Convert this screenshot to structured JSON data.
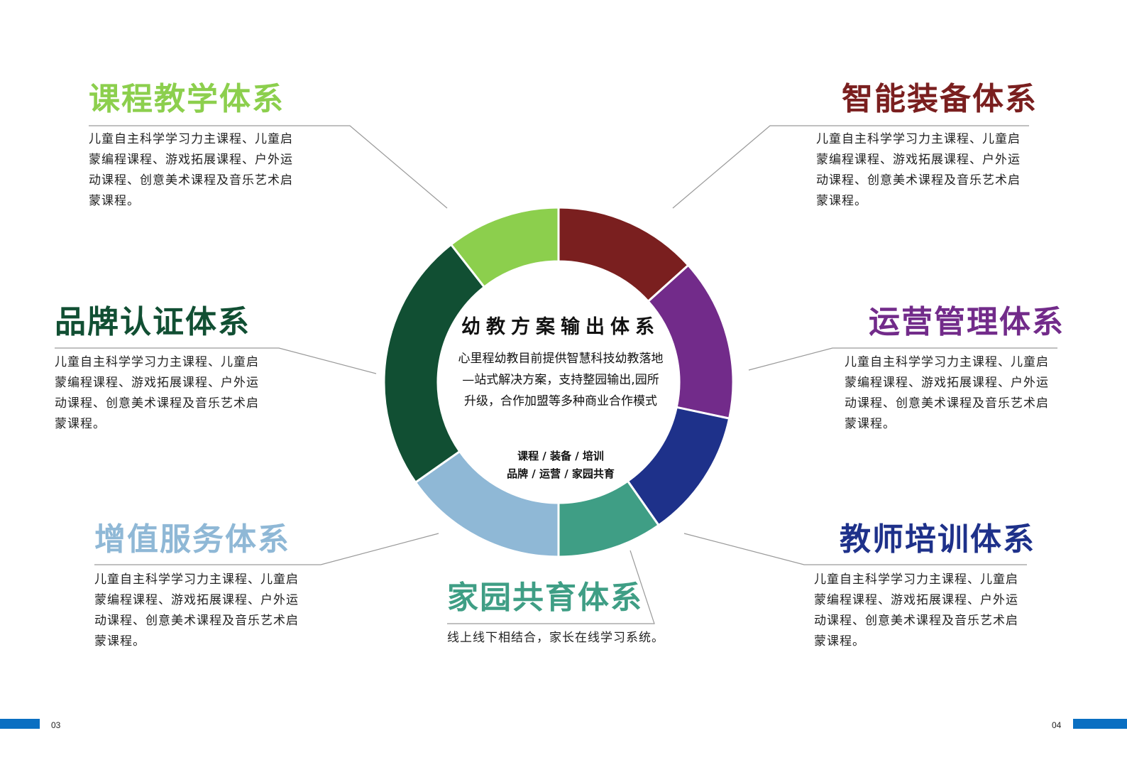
{
  "center": {
    "title": "幼教方案输出体系",
    "desc_lines": [
      "心里程幼教目前提供智慧科技幼教落地",
      "—站式解决方案，支持整园输出,园所",
      "升级，合作加盟等多种商业合作模式"
    ],
    "tags": [
      "课程 / 装备 / 培训",
      "品牌 / 运营 / 家园共育"
    ]
  },
  "systems": {
    "course": {
      "title": "课程教学体系",
      "color": "#8ccf4d",
      "desc_lines": [
        "儿童自主科学学习力主课程、儿童启",
        "蒙编程课程、游戏拓展课程、户外运",
        "动课程、创意美术课程及音乐艺术启",
        "蒙课程。"
      ]
    },
    "equip": {
      "title": "智能装备体系",
      "color": "#7a1f1f",
      "desc_lines": [
        "儿童自主科学学习力主课程、儿童启",
        "蒙编程课程、游戏拓展课程、户外运",
        "动课程、创意美术课程及音乐艺术启",
        "蒙课程。"
      ]
    },
    "ops": {
      "title": "运营管理体系",
      "color": "#722b8a",
      "desc_lines": [
        "儿童自主科学学习力主课程、儿童启",
        "蒙编程课程、游戏拓展课程、户外运",
        "动课程、创意美术课程及音乐艺术启",
        "蒙课程。"
      ]
    },
    "teacher": {
      "title": "教师培训体系",
      "color": "#1e318a",
      "desc_lines": [
        "儿童自主科学学习力主课程、儿童启",
        "蒙编程课程、游戏拓展课程、户外运",
        "动课程、创意美术课程及音乐艺术启",
        "蒙课程。"
      ]
    },
    "home": {
      "title": "家园共育体系",
      "color": "#3f9e85",
      "desc_lines": [
        "线上线下相结合，家长在线学习系统。"
      ]
    },
    "value": {
      "title": "增值服务体系",
      "color": "#8fb8d6",
      "desc_lines": [
        "儿童自主科学学习力主课程、儿童启",
        "蒙编程课程、游戏拓展课程、户外运",
        "动课程、创意美术课程及音乐艺术启",
        "蒙课程。"
      ]
    },
    "brand": {
      "title": "品牌认证体系",
      "color": "#114f33",
      "desc_lines": [
        "儿童自主科学学习力主课程、儿童启",
        "蒙编程课程、游戏拓展课程、户外运",
        "动课程、创意美术课程及音乐艺术启",
        "蒙课程。"
      ]
    }
  },
  "ring_segments": [
    {
      "key": "equip",
      "start": 0,
      "end": 48
    },
    {
      "key": "ops",
      "start": 48,
      "end": 102
    },
    {
      "key": "teacher",
      "start": 102,
      "end": 145
    },
    {
      "key": "home",
      "start": 145,
      "end": 180
    },
    {
      "key": "value",
      "start": 180,
      "end": 235
    },
    {
      "key": "brand",
      "start": 235,
      "end": 322
    },
    {
      "key": "course",
      "start": 322,
      "end": 360
    }
  ],
  "pages": {
    "left": "03",
    "right": "04"
  },
  "accent": "#0a6fc2",
  "line_color": "#9a9a9a"
}
